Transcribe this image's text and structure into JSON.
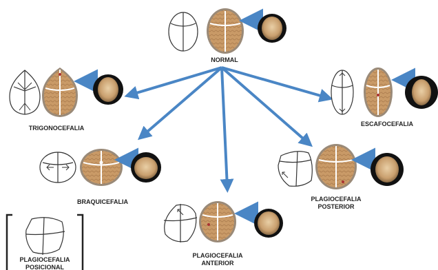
{
  "labels": {
    "normal": "NORMAL",
    "trigonocefalia": "TRIGONOCEFALIA",
    "escafocefalia": "ESCAFOCEFALIA",
    "braquicefalia": "BRAQUICEFALIA",
    "plagio_posterior_1": "PLAGIOCEFALIA",
    "plagio_posterior_2": "POSTERIOR",
    "plagio_anterior_1": "PLAGIOCEFALIA",
    "plagio_anterior_2": "ANTERIOR",
    "plagio_posicional_1": "PLAGIOCEFALIA",
    "plagio_posicional_2": "POSICIONAL"
  },
  "colors": {
    "arrow": "#4a86c5",
    "skull_fill": "#c99a67",
    "suture": "#ffffff",
    "outline": "#333333",
    "photo_bg": "#111111",
    "photo_head": "#d8b78c"
  }
}
